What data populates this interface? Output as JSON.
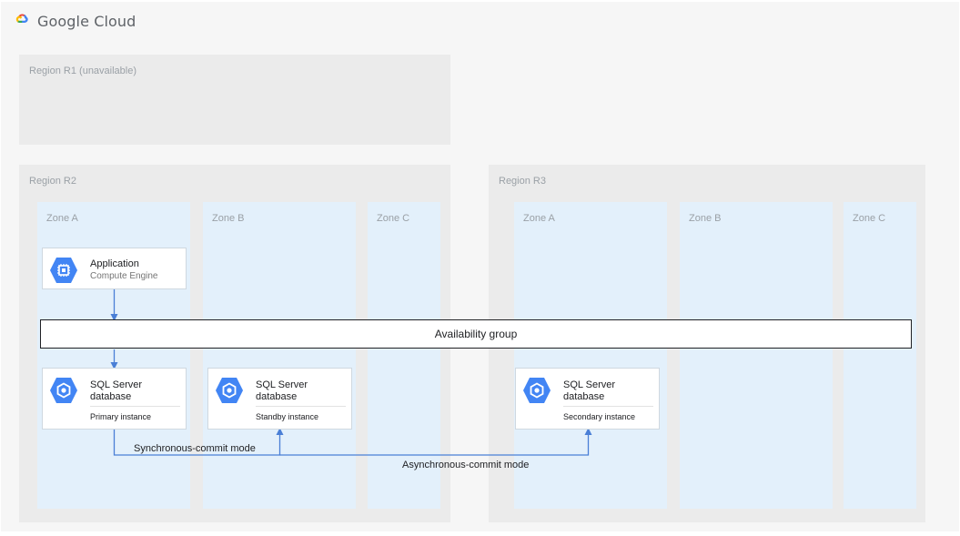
{
  "logo": {
    "text": "Google Cloud"
  },
  "regions": {
    "r1": {
      "label": "Region R1 (unavailable)"
    },
    "r2": {
      "label": "Region R2",
      "zones": {
        "a": "Zone A",
        "b": "Zone B",
        "c": "Zone C"
      }
    },
    "r3": {
      "label": "Region R3",
      "zones": {
        "a": "Zone A",
        "b": "Zone B",
        "c": "Zone C"
      }
    }
  },
  "cards": {
    "application": {
      "title": "Application",
      "subtitle": "Compute Engine",
      "icon": "compute-engine-icon"
    },
    "primary": {
      "title_line1": "SQL Server",
      "title_line2": "database",
      "role": "Primary instance",
      "icon": "sql-database-icon"
    },
    "standby": {
      "title_line1": "SQL Server",
      "title_line2": "database",
      "role": "Standby instance",
      "icon": "sql-database-icon"
    },
    "secondary": {
      "title_line1": "SQL Server",
      "title_line2": "database",
      "role": "Secondary instance",
      "icon": "sql-database-icon"
    }
  },
  "availability_group": {
    "label": "Availability group"
  },
  "connections": {
    "sync": {
      "label": "Synchronous-commit mode"
    },
    "async": {
      "label": "Asynchronous-commit mode"
    }
  },
  "colors": {
    "icon_blue": "#4285f4",
    "arrow_blue": "#4a7fd6",
    "zone_bg": "#e3f0fb",
    "region_bg": "#ebebeb"
  }
}
